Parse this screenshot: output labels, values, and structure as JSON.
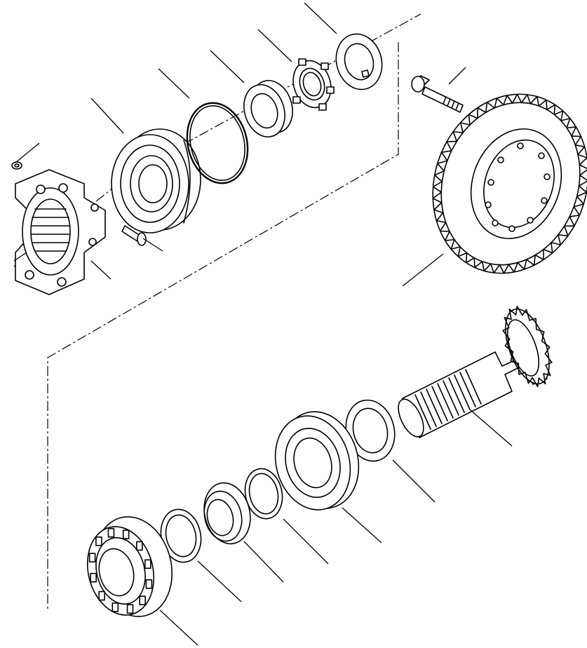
{
  "diagram": {
    "ink_color": "#000000",
    "background_color": "#ffffff",
    "parts": [
      {
        "id": "yoke-flange"
      },
      {
        "id": "yoke-nut"
      },
      {
        "id": "yoke-bolt"
      },
      {
        "id": "dust-cover"
      },
      {
        "id": "o-ring"
      },
      {
        "id": "upper-bearing"
      },
      {
        "id": "lock-nut"
      },
      {
        "id": "lock-washer"
      },
      {
        "id": "ring-gear-bolt"
      },
      {
        "id": "ring-gear"
      },
      {
        "id": "pinion-shaft"
      },
      {
        "id": "spacer-washer"
      },
      {
        "id": "large-bearing"
      },
      {
        "id": "shim-1"
      },
      {
        "id": "bearing-cup"
      },
      {
        "id": "shim-2"
      },
      {
        "id": "tapered-roller-bearing"
      }
    ]
  }
}
